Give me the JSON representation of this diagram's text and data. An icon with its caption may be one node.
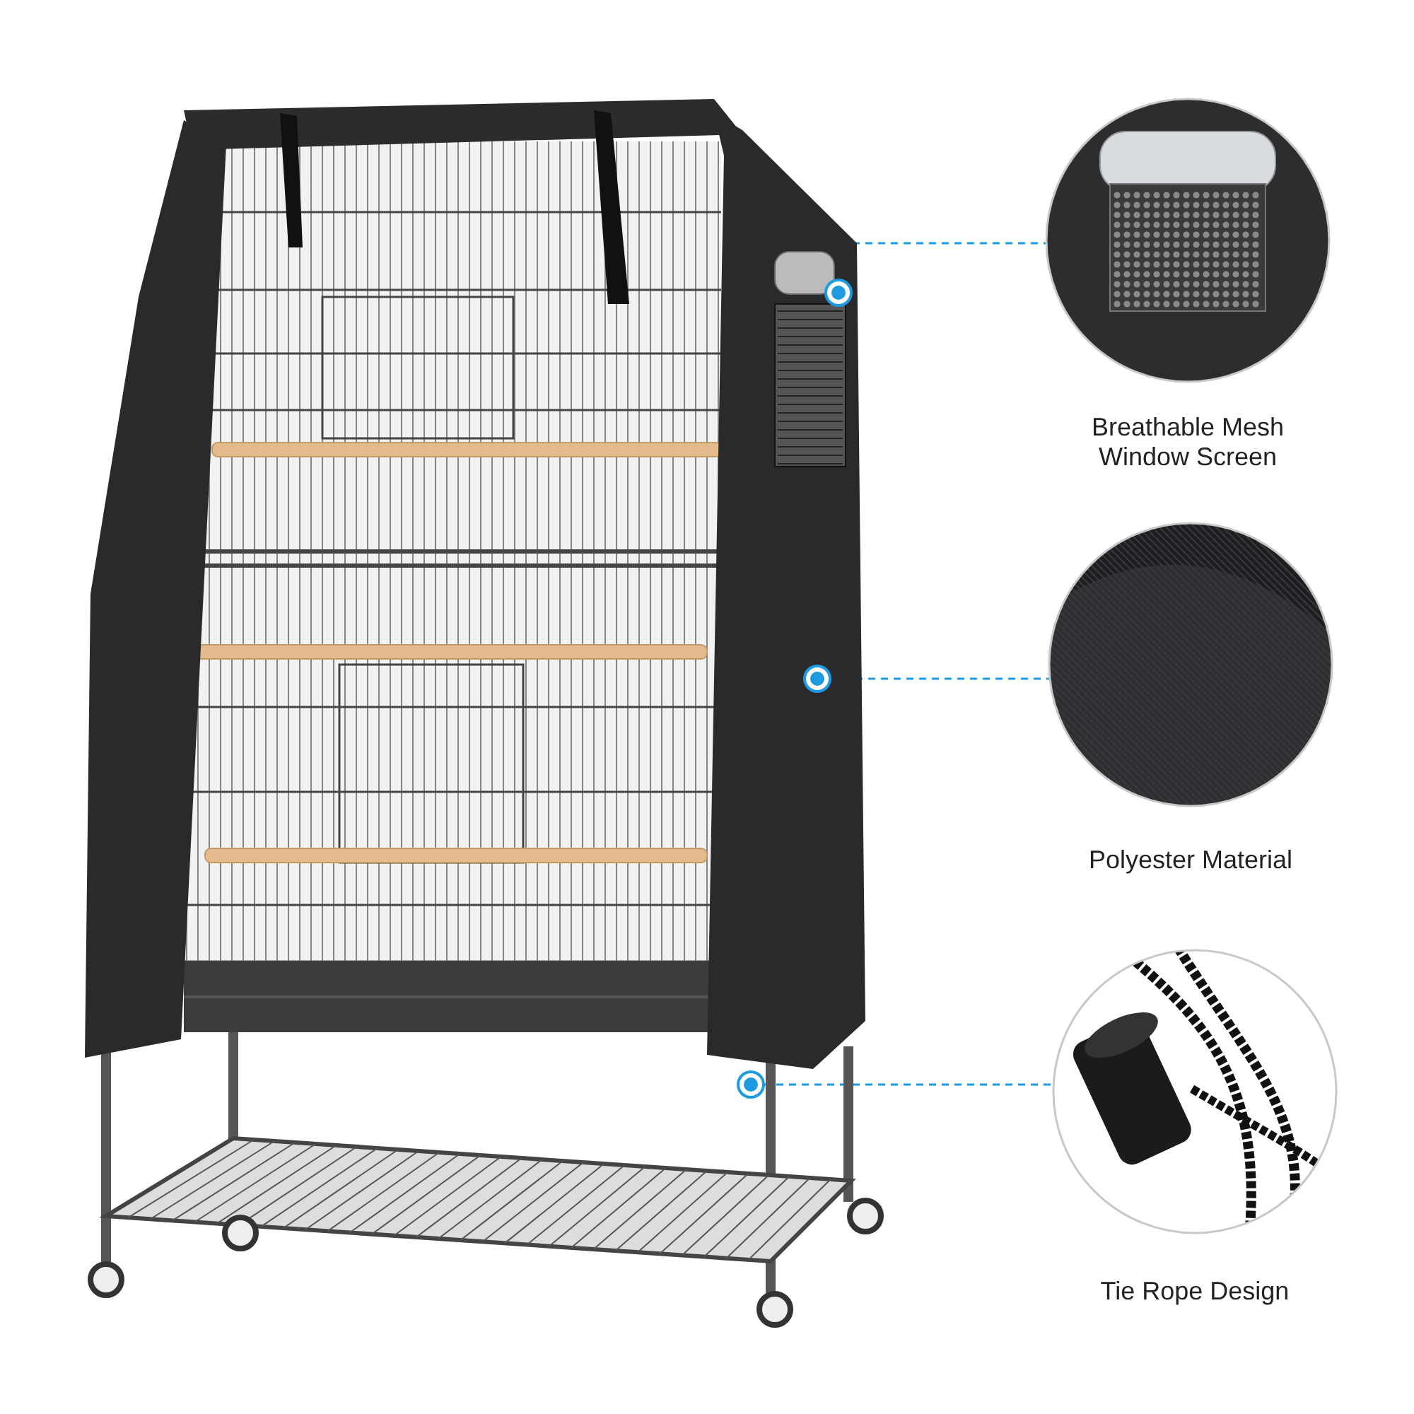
{
  "diagram": {
    "nodes": [
      {
        "text": [],
        "shape": "picture"
      },
      {
        "text": [],
        "shape": "circle",
        "in": 0
      },
      {
        "text": [],
        "shape": "circle",
        "in": 0
      },
      {
        "text": [],
        "shape": "circle",
        "in": 0
      },
      {
        "text": [
          "Breathable Mesh Window Screen"
        ]
      },
      {
        "text": [
          "Polyester Material"
        ]
      },
      {
        "text": [
          "Tie Rope Design"
        ]
      }
    ],
    "edges": [
      {
        "from": 1,
        "to": 4,
        "arrow": "none",
        "style": "dashed"
      },
      {
        "from": 2,
        "to": 5,
        "arrow": "none",
        "style": "dashed"
      },
      {
        "from": 3,
        "to": 6,
        "arrow": "none",
        "style": "dashed"
      }
    ]
  }
}
